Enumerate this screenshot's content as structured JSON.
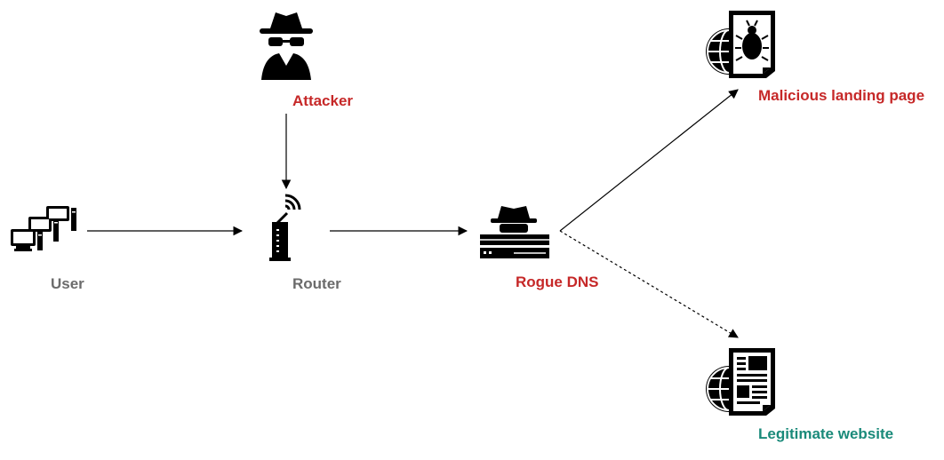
{
  "nodes": {
    "attacker": {
      "label": "Attacker",
      "label_color": "#c62828",
      "icon": "spy-icon"
    },
    "user": {
      "label": "User",
      "label_color": "#6b6b6b",
      "icon": "computers-icon"
    },
    "router": {
      "label": "Router",
      "label_color": "#6b6b6b",
      "icon": "wifi-router-icon"
    },
    "rogue_dns": {
      "label": "Rogue DNS",
      "label_color": "#c62828",
      "icon": "spy-server-icon"
    },
    "malicious_page": {
      "label": "Malicious landing page",
      "label_color": "#c62828",
      "icon": "web-page-bug-icon"
    },
    "legit_site": {
      "label": "Legitimate website",
      "label_color": "#1a8a7a",
      "icon": "web-page-icon"
    }
  },
  "edges": [
    {
      "from": "attacker",
      "to": "router",
      "style": "solid"
    },
    {
      "from": "user",
      "to": "router",
      "style": "solid"
    },
    {
      "from": "router",
      "to": "rogue_dns",
      "style": "solid"
    },
    {
      "from": "rogue_dns",
      "to": "malicious_page",
      "style": "solid"
    },
    {
      "from": "rogue_dns",
      "to": "legit_site",
      "style": "dashed"
    }
  ]
}
